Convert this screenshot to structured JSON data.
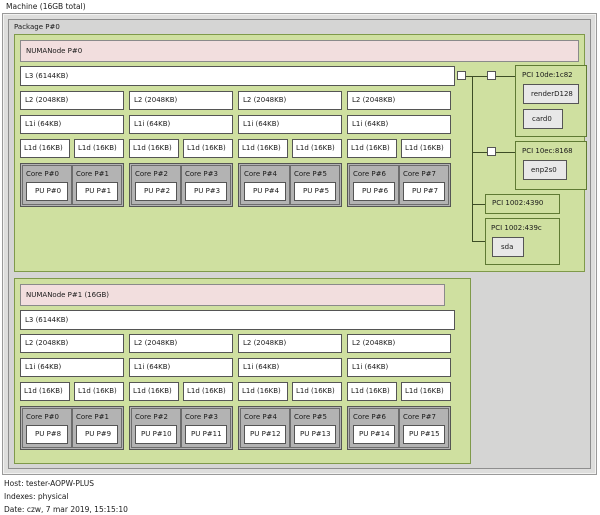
{
  "app": "lstopo",
  "machine": {
    "title": "Machine (16GB total)",
    "package_label": "Package P#0"
  },
  "numa_nodes": [
    {
      "mem_label": "NUMANode P#0",
      "l3_label": "L3 (6144KB)",
      "l2_labels": [
        "L2 (2048KB)",
        "L2 (2048KB)",
        "L2 (2048KB)",
        "L2 (2048KB)"
      ],
      "l1i_labels": [
        "L1i (64KB)",
        "L1i (64KB)",
        "L1i (64KB)",
        "L1i (64KB)"
      ],
      "l1d_labels": [
        "L1d (16KB)",
        "L1d (16KB)",
        "L1d (16KB)",
        "L1d (16KB)",
        "L1d (16KB)",
        "L1d (16KB)",
        "L1d (16KB)",
        "L1d (16KB)"
      ],
      "cores": [
        {
          "core": "Core P#0",
          "pu": "PU P#0"
        },
        {
          "core": "Core P#1",
          "pu": "PU P#1"
        },
        {
          "core": "Core P#2",
          "pu": "PU P#2"
        },
        {
          "core": "Core P#3",
          "pu": "PU P#3"
        },
        {
          "core": "Core P#4",
          "pu": "PU P#4"
        },
        {
          "core": "Core P#5",
          "pu": "PU P#5"
        },
        {
          "core": "Core P#6",
          "pu": "PU P#6"
        },
        {
          "core": "Core P#7",
          "pu": "PU P#7"
        }
      ]
    },
    {
      "mem_label": "NUMANode P#1 (16GB)",
      "l3_label": "L3 (6144KB)",
      "l2_labels": [
        "L2 (2048KB)",
        "L2 (2048KB)",
        "L2 (2048KB)",
        "L2 (2048KB)"
      ],
      "l1i_labels": [
        "L1i (64KB)",
        "L1i (64KB)",
        "L1i (64KB)",
        "L1i (64KB)"
      ],
      "l1d_labels": [
        "L1d (16KB)",
        "L1d (16KB)",
        "L1d (16KB)",
        "L1d (16KB)",
        "L1d (16KB)",
        "L1d (16KB)",
        "L1d (16KB)",
        "L1d (16KB)"
      ],
      "cores": [
        {
          "core": "Core P#0",
          "pu": "PU P#8"
        },
        {
          "core": "Core P#1",
          "pu": "PU P#9"
        },
        {
          "core": "Core P#2",
          "pu": "PU P#10"
        },
        {
          "core": "Core P#3",
          "pu": "PU P#11"
        },
        {
          "core": "Core P#4",
          "pu": "PU P#12"
        },
        {
          "core": "Core P#5",
          "pu": "PU P#13"
        },
        {
          "core": "Core P#6",
          "pu": "PU P#14"
        },
        {
          "core": "Core P#7",
          "pu": "PU P#15"
        }
      ]
    }
  ],
  "pci_devices": [
    {
      "label": "PCI 10de:1c82",
      "osdevs": [
        "renderD128",
        "card0"
      ]
    },
    {
      "label": "PCI 10ec:8168",
      "osdevs": [
        "enp2s0"
      ]
    },
    {
      "label": "PCI 1002:4390",
      "osdevs": []
    },
    {
      "label": "PCI 1002:439c",
      "osdevs": [
        "sda"
      ]
    }
  ],
  "footer": {
    "host": "Host: tester-AOPW-PLUS",
    "indexes": "Indexes: physical",
    "date": "Date: czw, 7 mar 2019, 15:15:10"
  },
  "colors": {
    "numa_group_bg": "#cfe0a0",
    "numa_mem_bg": "#f2dede",
    "cache_bg": "#ffffff",
    "core_bg": "#b3b3b3",
    "osdev_bg": "#e8e8e8",
    "frame_bg": "#dededd",
    "package_bg": "#d5d5d4",
    "line": "#3d4d26"
  }
}
